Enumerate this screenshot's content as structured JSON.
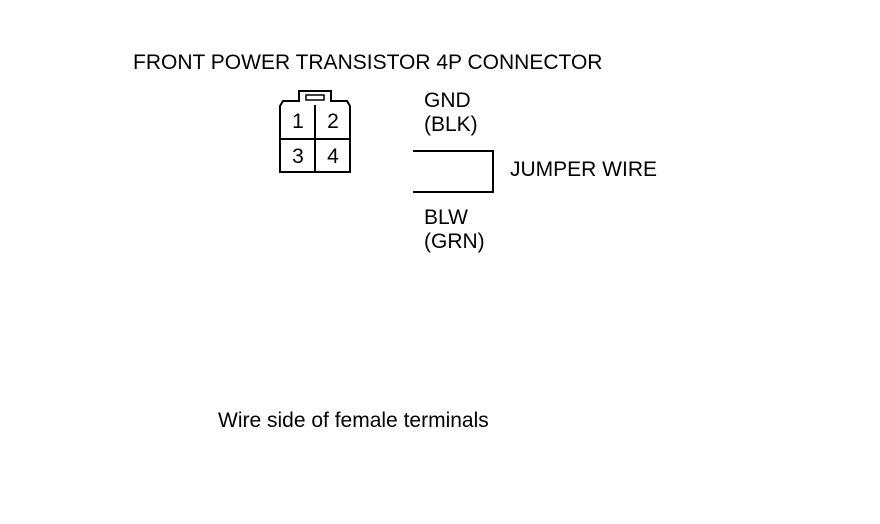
{
  "diagram": {
    "title": "FRONT POWER TRANSISTOR 4P CONNECTOR",
    "connector": {
      "pins": [
        "1",
        "2",
        "3",
        "4"
      ]
    },
    "terminals": {
      "gnd": {
        "label": "GND",
        "color": "(BLK)"
      },
      "blw": {
        "label": "BLW",
        "color": "(GRN)"
      }
    },
    "jumper_label": "JUMPER WIRE",
    "caption": "Wire side of female terminals"
  }
}
